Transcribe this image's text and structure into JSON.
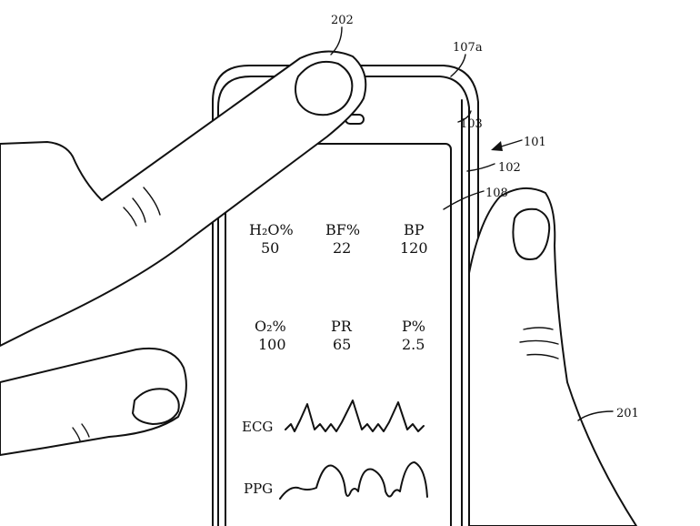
{
  "refs": {
    "finger": "202",
    "corner": "107a",
    "edge": "103",
    "device": "101",
    "side": "102",
    "screen": "108",
    "hand": "201"
  },
  "metrics": [
    {
      "label": "H₂O%",
      "value": "50"
    },
    {
      "label": "BF%",
      "value": "22"
    },
    {
      "label": "BP",
      "value": "120"
    },
    {
      "label": "O₂%",
      "value": "100"
    },
    {
      "label": "PR",
      "value": "65"
    },
    {
      "label": "P%",
      "value": "2.5"
    }
  ],
  "waves": {
    "ecg_label": "ECG",
    "ppg_label": "PPG"
  }
}
